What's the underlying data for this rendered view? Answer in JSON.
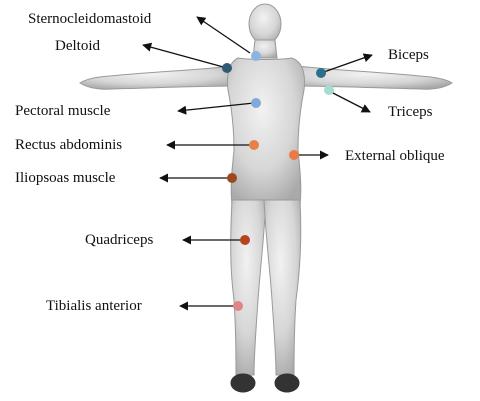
{
  "colors": {
    "background": "#ffffff",
    "body_fill": "#d9d9d9",
    "body_stroke": "#9a9a9a",
    "arrow": "#111111",
    "label_text": "#111111"
  },
  "labels": {
    "sternocleidomastoid": "Sternocleidomastoid",
    "deltoid": "Deltoid",
    "biceps": "Biceps",
    "triceps": "Triceps",
    "pectoral": "Pectoral muscle",
    "rectus": "Rectus abdominis",
    "external_oblique": "External oblique",
    "iliopsoas": "Iliopsoas muscle",
    "quadriceps": "Quadriceps",
    "tibialis": "Tibialis anterior"
  },
  "markers": [
    {
      "name": "sternocleidomastoid",
      "color": "#8fb3e0"
    },
    {
      "name": "deltoid",
      "color": "#2e5a74"
    },
    {
      "name": "biceps",
      "color": "#2b6f8c"
    },
    {
      "name": "triceps",
      "color": "#a8dcd2"
    },
    {
      "name": "pectoral",
      "color": "#7fa9d9"
    },
    {
      "name": "rectus",
      "color": "#e5824a"
    },
    {
      "name": "external-oblique",
      "color": "#ea7b47"
    },
    {
      "name": "iliopsoas",
      "color": "#9a4a1c"
    },
    {
      "name": "quadriceps",
      "color": "#b4451c"
    },
    {
      "name": "tibialis",
      "color": "#e08585"
    }
  ]
}
